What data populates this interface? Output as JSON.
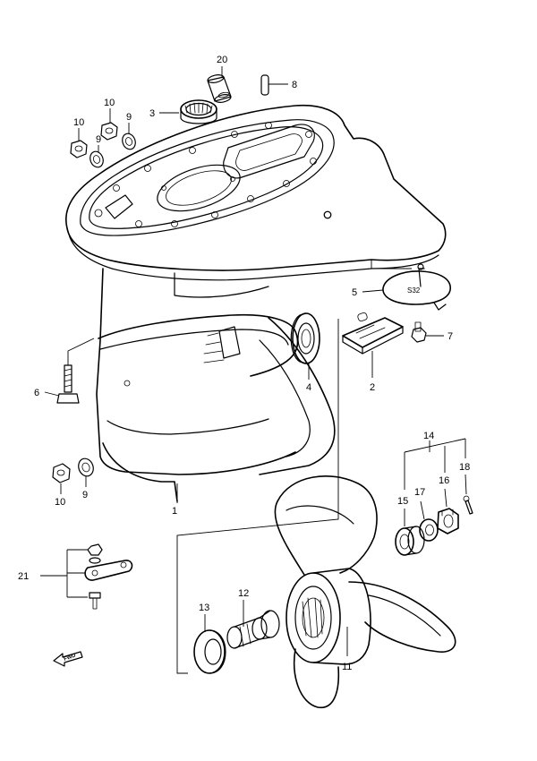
{
  "diagram": {
    "callouts": {
      "c1": "1",
      "c2": "2",
      "c3": "3",
      "c4": "4",
      "c5": "5",
      "c6": "6",
      "c7": "7",
      "c8": "8",
      "c9a": "9",
      "c9b": "9",
      "c9c": "9",
      "c10a": "10",
      "c10b": "10",
      "c10c": "10",
      "c11": "11",
      "c12": "12",
      "c13": "13",
      "c14": "14",
      "c15": "15",
      "c16": "16",
      "c17": "17",
      "c18": "18",
      "c20": "20",
      "c21": "21"
    },
    "arrow_label": "FWD",
    "casting_mark": "S32"
  }
}
